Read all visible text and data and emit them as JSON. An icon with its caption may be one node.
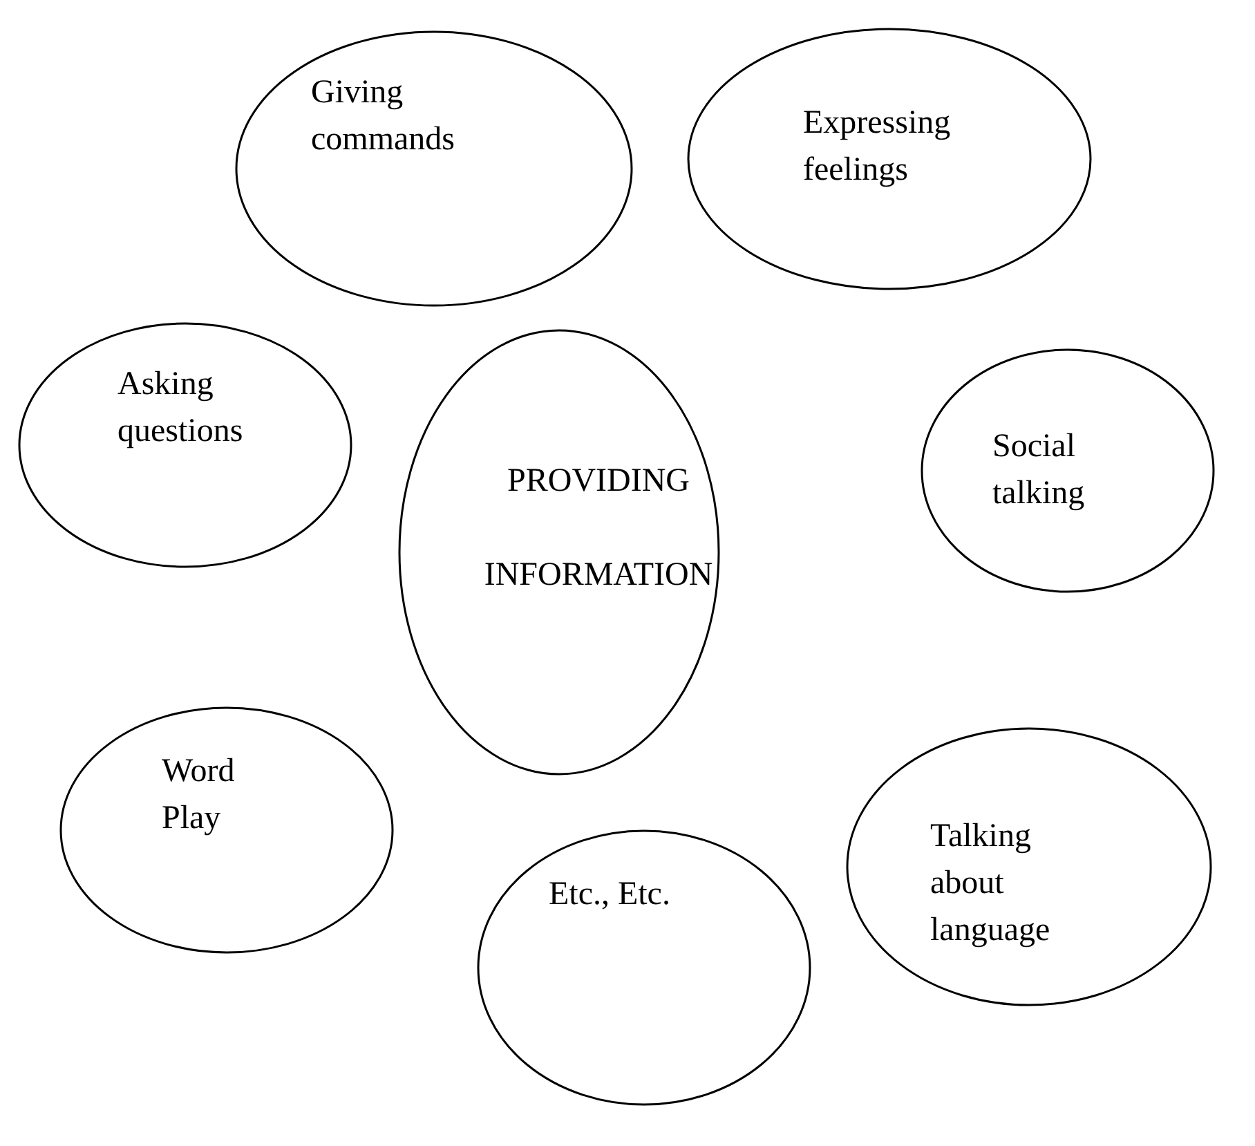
{
  "diagram": {
    "nodes": [
      {
        "text": [
          "Giving commands"
        ]
      },
      {
        "text": [
          "Expressing feelings"
        ]
      },
      {
        "text": [
          "Asking questions"
        ]
      },
      {
        "text": [
          "Social talking"
        ]
      },
      {
        "text": [
          "PROVIDING INFORMATION"
        ]
      },
      {
        "text": [
          "Word Play"
        ]
      },
      {
        "text": [
          "Talking about language"
        ]
      },
      {
        "text": [
          "Etc., Etc."
        ]
      }
    ],
    "edges": []
  }
}
